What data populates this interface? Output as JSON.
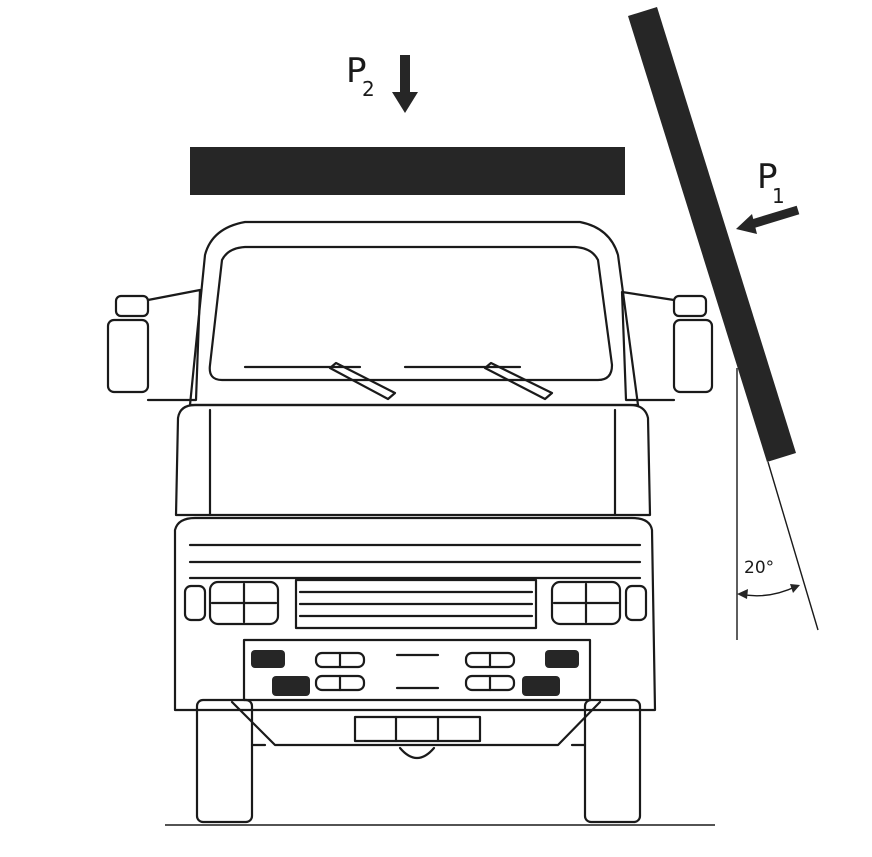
{
  "labels": {
    "p2_letter": "P",
    "p2_sub": "2",
    "p1_letter": "P",
    "p1_sub": "1",
    "angle": "20°"
  },
  "colors": {
    "ink": "#1a1a1a",
    "bar": "#262626",
    "background": "#ffffff"
  }
}
